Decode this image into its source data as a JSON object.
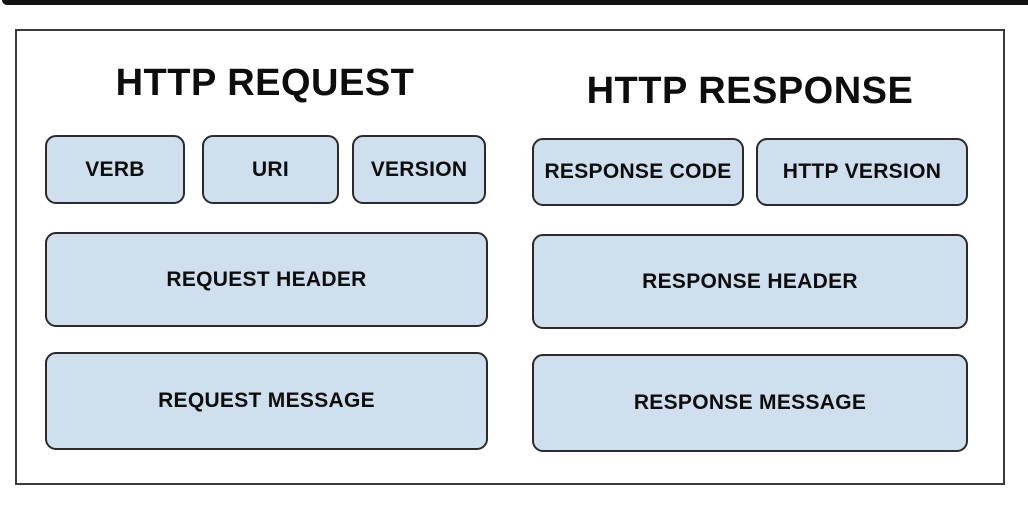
{
  "diagram": {
    "request": {
      "title": "HTTP REQUEST",
      "row1": [
        {
          "label": "VERB"
        },
        {
          "label": "URI"
        },
        {
          "label": "VERSION"
        }
      ],
      "header_label": "REQUEST HEADER",
      "message_label": "REQUEST MESSAGE"
    },
    "response": {
      "title": "HTTP RESPONSE",
      "row1": [
        {
          "label": "RESPONSE CODE"
        },
        {
          "label": "HTTP VERSION"
        }
      ],
      "header_label": "RESPONSE HEADER",
      "message_label": "RESPONSE MESSAGE"
    },
    "colors": {
      "box_fill": "#cfdfee",
      "box_border": "#2b2b2b",
      "frame_border": "#3a3a3a",
      "text": "#0d0d0d",
      "background": "#ffffff",
      "top_bar": "#121212"
    }
  }
}
